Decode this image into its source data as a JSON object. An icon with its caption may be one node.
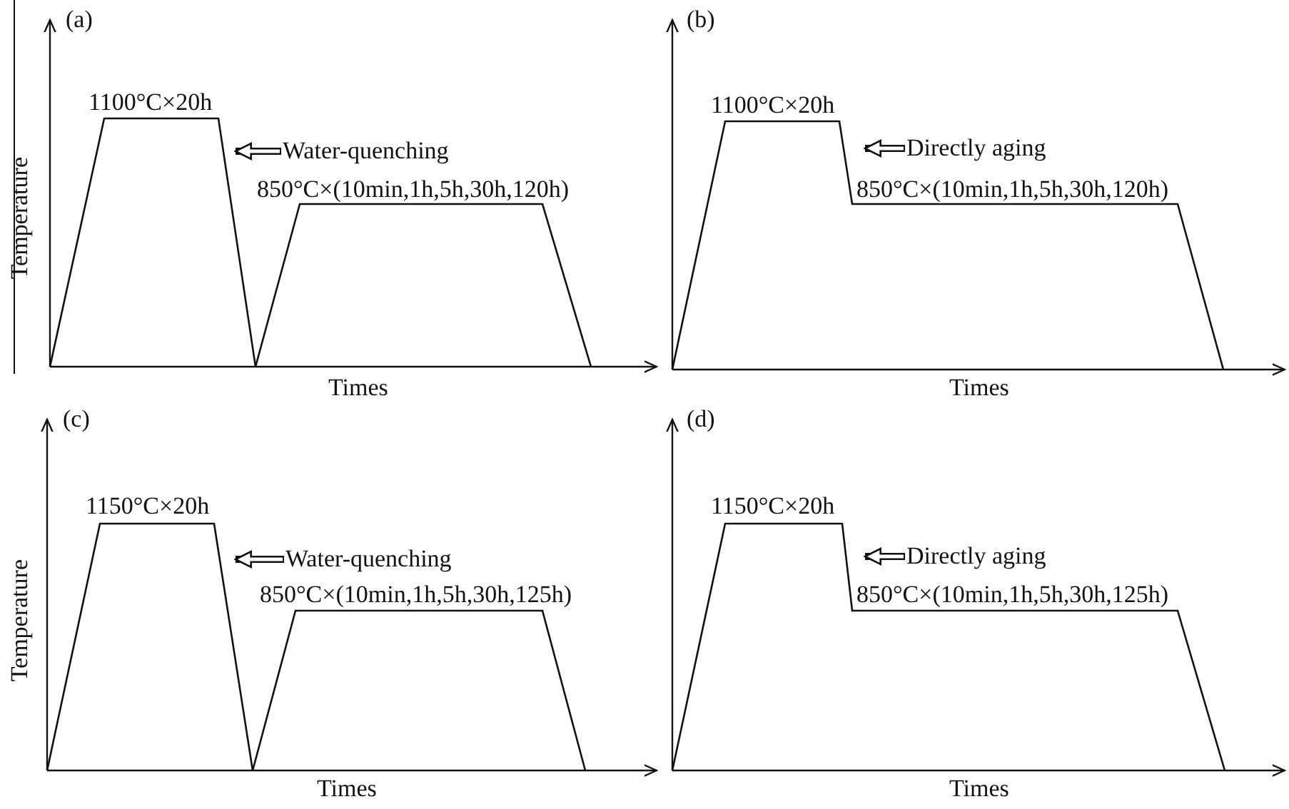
{
  "diagram": {
    "nodes": [
      {
        "text": [
          "Water-quenching"
        ]
      },
      {
        "text": [
          "Directly aging"
        ]
      },
      {
        "text": [
          "Water-quenching"
        ]
      },
      {
        "text": [
          "Directly aging"
        ]
      }
    ],
    "edges": [
      {
        "from": 0,
        "to": null,
        "arrow": "to"
      },
      {
        "from": 1,
        "to": null,
        "arrow": "to"
      },
      {
        "from": 2,
        "to": null,
        "arrow": "to"
      },
      {
        "from": 3,
        "to": null,
        "arrow": "to"
      }
    ],
    "labels": [
      "(a)",
      "1100°C×20h",
      "850°C×(10min,1h,5h,30h,120h)",
      "Temperature",
      "Times",
      "(b)",
      "1100°C×20h",
      "850°C×(10min,1h,5h,30h,120h)",
      "Times",
      "(c)",
      "1150°C×20h",
      "850°C×(10min,1h,5h,30h,125h)",
      "Temperature",
      "Times",
      "(d)",
      "1150°C×20h",
      "850°C×(10min,1h,5h,30h,125h)",
      "Times"
    ]
  }
}
